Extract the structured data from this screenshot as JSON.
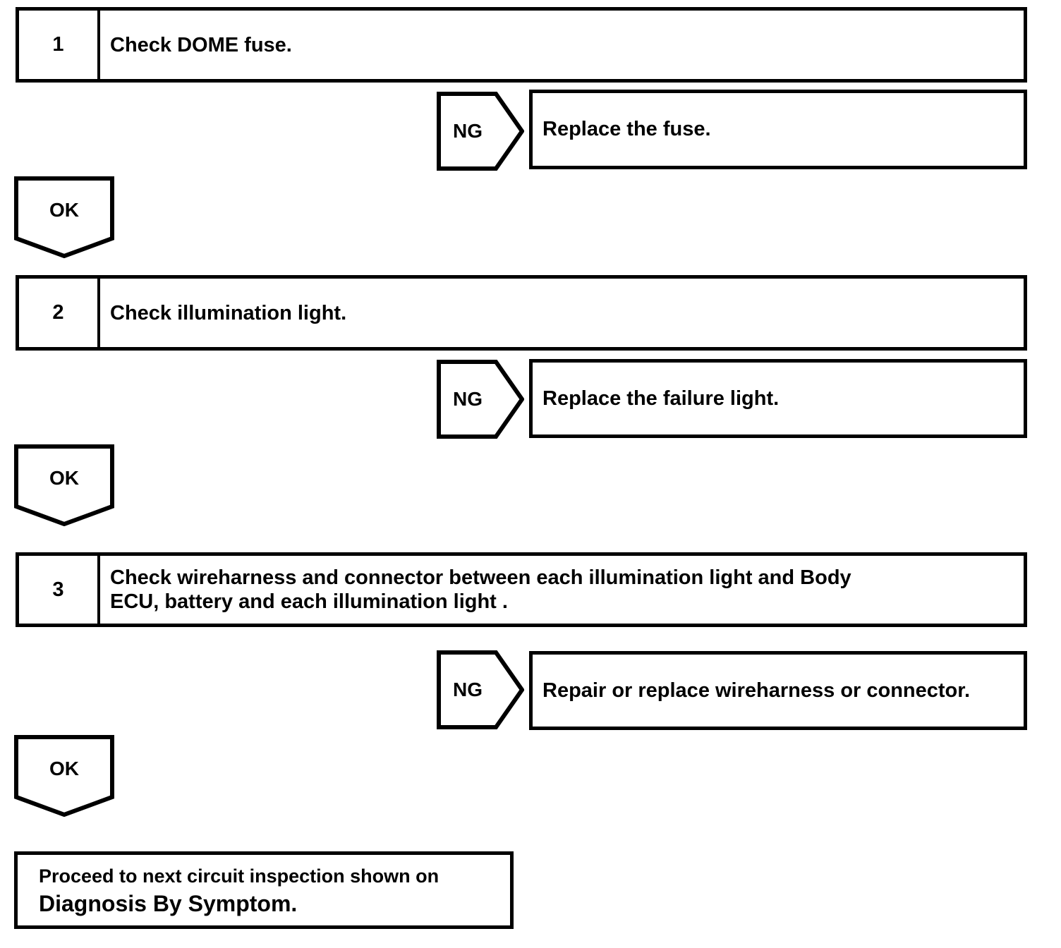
{
  "colors": {
    "ink": "#000000",
    "paper": "#ffffff"
  },
  "steps": [
    {
      "number": "1",
      "title_lines": [
        "Check DOME fuse."
      ],
      "ng_label": "NG",
      "ng_action": "Replace the fuse.",
      "ok_label": "OK"
    },
    {
      "number": "2",
      "title_lines": [
        "Check illumination light."
      ],
      "ng_label": "NG",
      "ng_action": "Replace the failure light.",
      "ok_label": "OK"
    },
    {
      "number": "3",
      "title_lines": [
        "Check wireharness and connector between each illumination light and Body",
        "ECU, battery and each illumination light ."
      ],
      "ng_label": "NG",
      "ng_action": "Repair or replace wireharness or connector.",
      "ok_label": "OK"
    }
  ],
  "final_box": {
    "line1": "Proceed to next circuit inspection shown on",
    "line2": "Diagnosis By Symptom."
  }
}
